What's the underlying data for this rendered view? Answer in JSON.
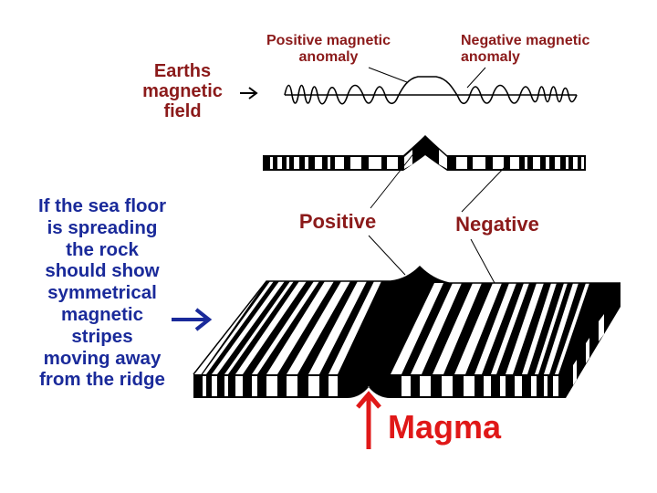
{
  "labels": {
    "positive_anomaly": "Positive magnetic\nanomaly",
    "negative_anomaly": "Negative magnetic\nanomaly",
    "earths_field": "Earths\nmagnetic\nfield",
    "positive": "Positive",
    "negative": "Negative",
    "explanation": "If the sea floor\nis spreading\nthe rock\nshould show\nsymmetrical\nmagnetic\nstripes\nmoving away\nfrom the ridge",
    "magma": "Magma"
  },
  "colors": {
    "dark_red": "#8b1a1a",
    "blue": "#1a2a9a",
    "red": "#e01818",
    "black": "#000000"
  },
  "icons": {
    "field_arrow": "right-arrow-icon",
    "explanation_arrow": "right-arrow-icon",
    "magma_arrow": "up-arrow-icon"
  }
}
